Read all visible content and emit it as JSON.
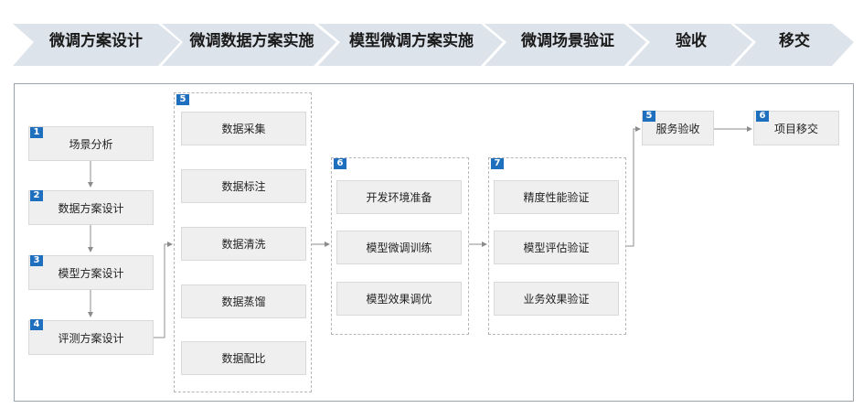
{
  "phases": [
    "微调方案设计",
    "微调数据方案实施",
    "模型微调方案实施",
    "微调场景验证",
    "验收",
    "移交"
  ],
  "design_steps": [
    {
      "num": "1",
      "label": "场景分析"
    },
    {
      "num": "2",
      "label": "数据方案设计"
    },
    {
      "num": "3",
      "label": "模型方案设计"
    },
    {
      "num": "4",
      "label": "评测方案设计"
    }
  ],
  "data_group": {
    "num": "5",
    "items": [
      "数据采集",
      "数据标注",
      "数据清洗",
      "数据蒸馏",
      "数据配比"
    ]
  },
  "model_group": {
    "num": "6",
    "items": [
      "开发环境准备",
      "模型微调训练",
      "模型效果调优"
    ]
  },
  "validation_group": {
    "num": "7",
    "items": [
      "精度性能验证",
      "模型评估验证",
      "业务效果验证"
    ]
  },
  "acceptance": {
    "num": "5",
    "label": "服务验收"
  },
  "handover": {
    "num": "6",
    "label": "项目移交"
  },
  "colors": {
    "phase_fill": "#dde3ea",
    "badge": "#1f6fbf",
    "box_fill": "#efefef",
    "arrow": "#8c8c8c"
  }
}
